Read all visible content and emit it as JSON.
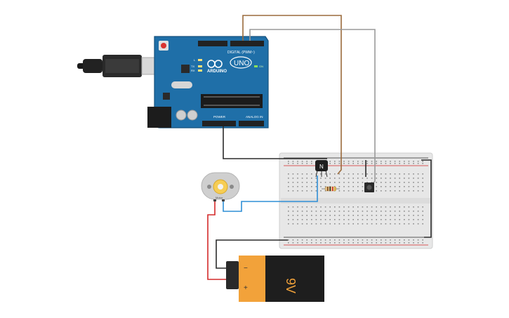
{
  "arduino": {
    "digital_label": "DIGITAL (PWM~)",
    "brand": "ARDUINO",
    "model": "UNO",
    "on_label": "ON",
    "power_label": "POWER",
    "analog_label": "ANALOG IN",
    "tx_label": "TX",
    "rx_label": "RX",
    "l_label": "L"
  },
  "transistor": {
    "label": "N"
  },
  "motor": {
    "label": "Motor"
  },
  "battery": {
    "label": "9V",
    "minus": "−",
    "plus": "+"
  },
  "colors": {
    "board": "#1f6fa8",
    "wire_black": "#2b2b2b",
    "wire_brown": "#9a6a3b",
    "wire_gray": "#9a9a9a",
    "wire_blue": "#2f8fd6",
    "wire_red": "#d42a2a",
    "battery_orange": "#f2a23a",
    "battery_black": "#1e1e1e"
  }
}
